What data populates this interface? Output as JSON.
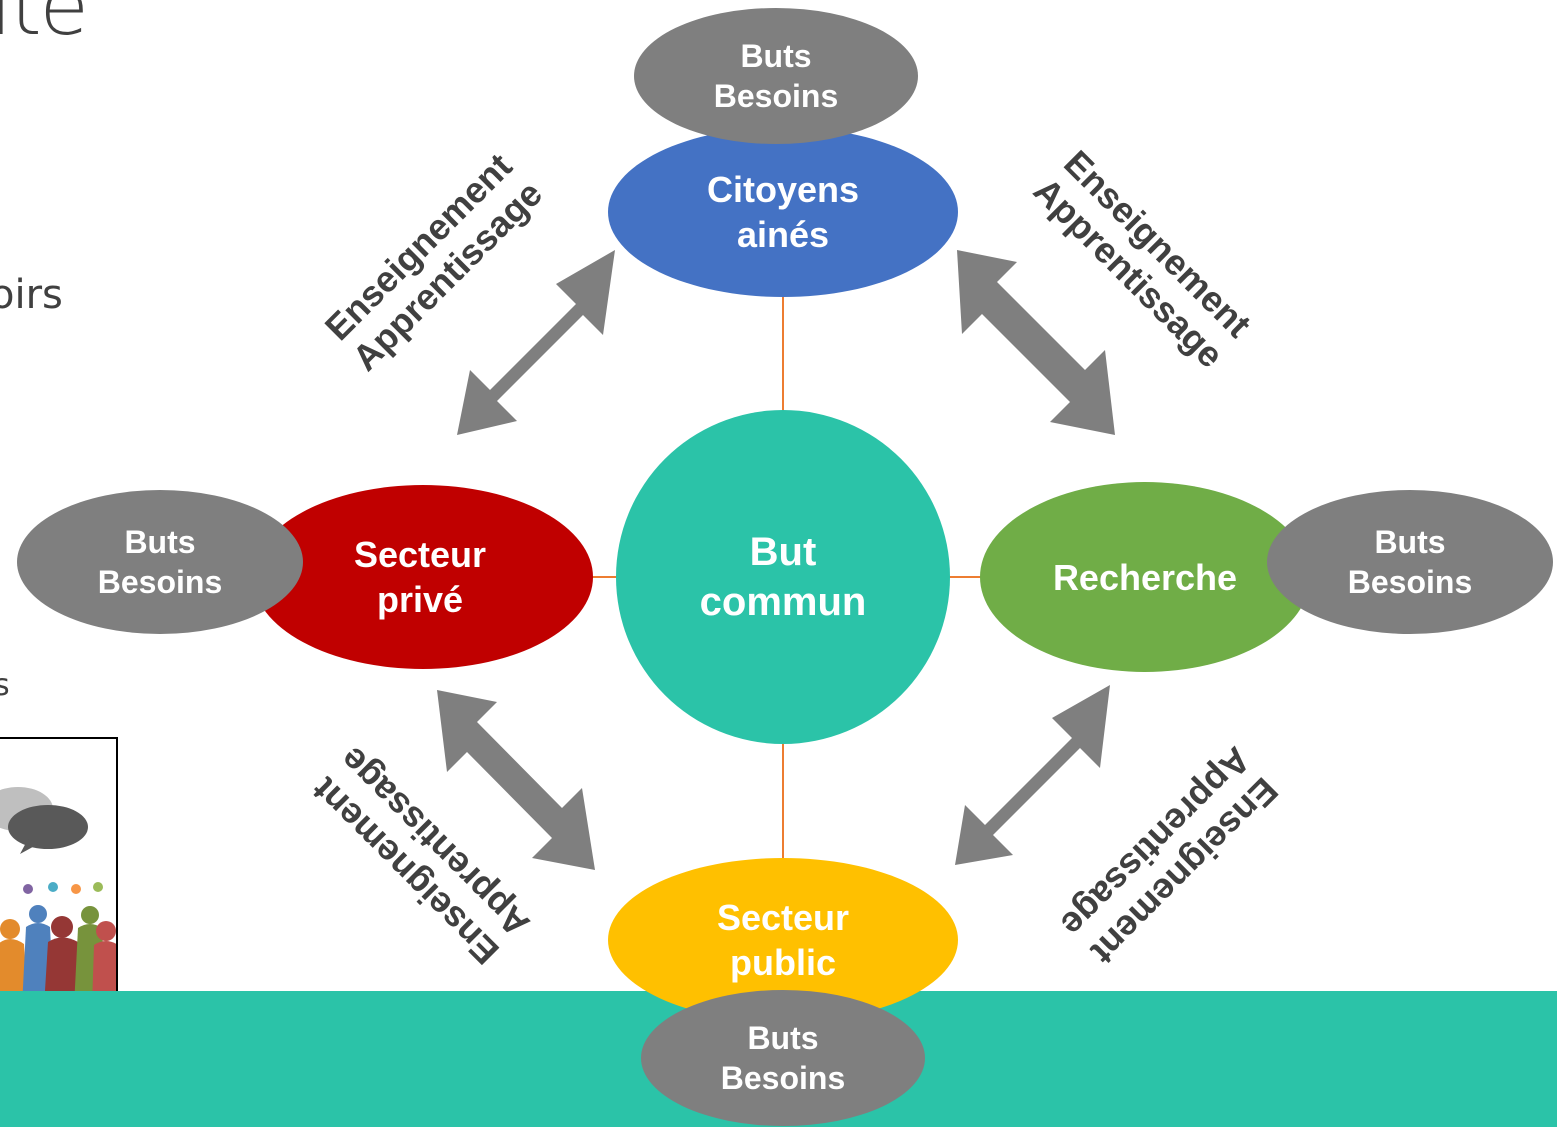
{
  "background": {
    "partial_title": "ite",
    "partial_text_1": "oirs",
    "partial_text_2": "s"
  },
  "colors": {
    "center": "#2bc3a8",
    "citoyens": "#4472c4",
    "prive": "#c00000",
    "recherche": "#70ad47",
    "public": "#ffc000",
    "buts": "#7f7f7f",
    "arrow": "#7f7f7f",
    "connector": "#ed7d31",
    "band": "#2bc3a8"
  },
  "nodes": {
    "center": {
      "line1": "But",
      "line2": "commun"
    },
    "top": {
      "line1": "Citoyens",
      "line2": "ainés"
    },
    "left": {
      "line1": "Secteur",
      "line2": "privé"
    },
    "right": {
      "line1": "Recherche"
    },
    "bottom": {
      "line1": "Secteur",
      "line2": "public"
    }
  },
  "buts": {
    "top": {
      "line1": "Buts",
      "line2": "Besoins"
    },
    "left": {
      "line1": "Buts",
      "line2": "Besoins"
    },
    "right": {
      "line1": "Buts",
      "line2": "Besoins"
    },
    "bottom": {
      "line1": "Buts",
      "line2": "Besoins"
    }
  },
  "arrow_labels": {
    "top_left": {
      "line1": "Enseignement",
      "line2": "Apprentissage"
    },
    "top_right": {
      "line1": "Enseignement",
      "line2": "Apprentissage"
    },
    "bottom_left": {
      "line1": "Enseignement",
      "line2": "Apprentissage"
    },
    "bottom_right": {
      "line1": "Enseignement",
      "line2": "Apprentissage"
    }
  }
}
